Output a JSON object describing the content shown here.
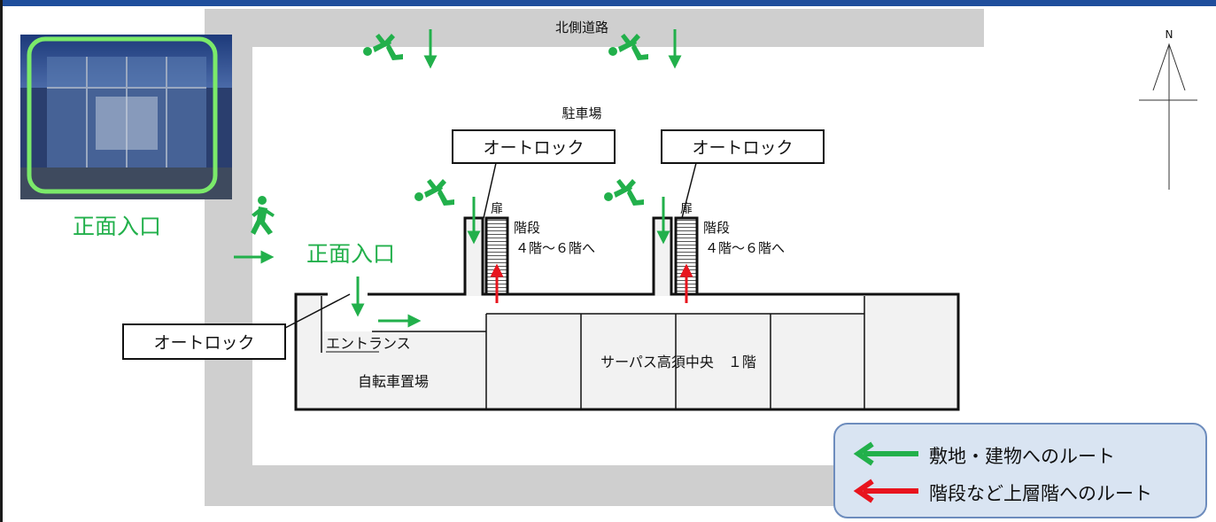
{
  "map": {
    "north_road_label": "北側道路",
    "parking_label": "駐車場",
    "door_label": "扉",
    "stairs_label_line1": "階段",
    "stairs_label_line2": "４階～６階へ",
    "front_entrance_label": "正面入口",
    "entrance_label": "エントランス",
    "bicycle_parking_label": "自転車置場",
    "building_label": "サーパス高須中央　１階",
    "compass_label": "N",
    "autolock_label": "オートロック"
  },
  "photo": {
    "caption": "正面入口"
  },
  "legend": {
    "items": [
      {
        "label": "敷地・建物へのルート",
        "color": "#22b04b",
        "icon": "arrow-left-icon"
      },
      {
        "label": "階段など上層階へのルート",
        "color": "#e8141e",
        "icon": "arrow-left-icon"
      }
    ]
  },
  "colors": {
    "route_green": "#22b04b",
    "route_red": "#e8141e",
    "road_gray": "#cfcfcf",
    "building_gray": "#f2f2f2",
    "header_blue": "#1f4e9c"
  }
}
